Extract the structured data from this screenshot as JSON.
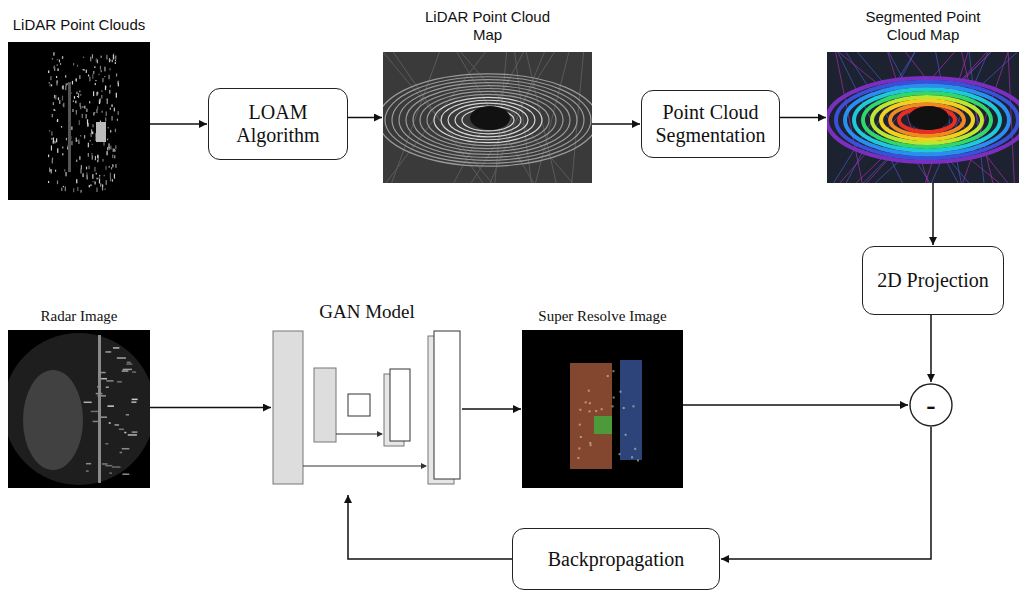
{
  "diagram": {
    "nodes": [
      {
        "text": [
          "LiDAR Point Clouds"
        ]
      },
      {
        "text": [
          "LOAM Algorithm"
        ]
      },
      {
        "text": [
          "LiDAR Point Cloud Map"
        ]
      },
      {
        "text": [
          "Point Cloud Segmentation"
        ]
      },
      {
        "text": [
          "Segmented Point Cloud Map"
        ]
      },
      {
        "text": [
          "2D Projection"
        ]
      },
      {
        "text": [
          "Radar Image"
        ]
      },
      {
        "text": [
          "GAN Model"
        ]
      },
      {
        "text": [
          "Super Resolve Image"
        ]
      },
      {
        "text": [
          "-"
        ]
      },
      {
        "text": [
          "Backpropagation"
        ]
      }
    ],
    "edges": [
      {
        "from": 0,
        "to": 1,
        "arrow": "to"
      },
      {
        "from": 1,
        "to": 2,
        "arrow": "to"
      },
      {
        "from": 2,
        "to": 3,
        "arrow": "to"
      },
      {
        "from": 3,
        "to": 4,
        "arrow": "to"
      },
      {
        "from": 4,
        "to": 5,
        "arrow": "to"
      },
      {
        "from": 5,
        "to": 9,
        "arrow": "to"
      },
      {
        "from": 6,
        "to": 7,
        "arrow": "to"
      },
      {
        "from": 7,
        "to": 8,
        "arrow": "to"
      },
      {
        "from": 8,
        "to": 9,
        "arrow": "to"
      },
      {
        "from": 9,
        "to": 10,
        "arrow": "to"
      },
      {
        "from": 10,
        "to": 7,
        "arrow": "to"
      }
    ]
  }
}
